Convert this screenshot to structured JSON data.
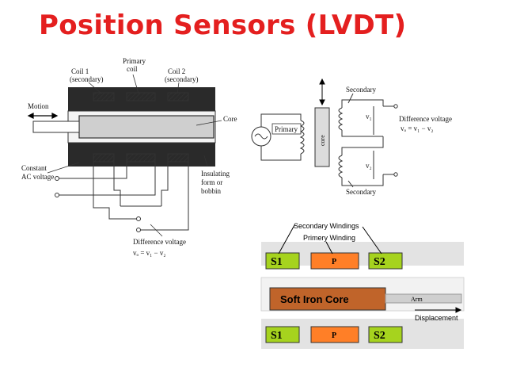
{
  "slide": {
    "title": "Position Sensors (LVDT)"
  },
  "diagram1": {
    "coil1": [
      "Coil 1",
      "(secondary)"
    ],
    "primary": [
      "Primary",
      "coil"
    ],
    "coil2": [
      "Coil 2",
      "(secondary)"
    ],
    "motion": "Motion",
    "core": "Core",
    "constant_ac": [
      "Constant",
      "AC voltage"
    ],
    "insulating": [
      "Insulating",
      "form or",
      "bobbin"
    ],
    "diff_title": "Difference voltage",
    "diff_eq": "vₒ = v₁ − v₂"
  },
  "diagram2": {
    "primary": "Primary",
    "core": "core",
    "secondary_top": "Secondary",
    "secondary_bottom": "Secondary",
    "v1": "v₁",
    "v2": "v₂",
    "diff_title": "Difference voltage",
    "diff_eq": "vₒ = v₁ − v₂"
  },
  "diagram3": {
    "secondary_windings": "Secondary Windings",
    "primary_winding": "Primery Winding",
    "s1_top": "S1",
    "p_top": "P",
    "s2_top": "S2",
    "core": "Soft Iron Core",
    "arm": "Arm",
    "displacement": "Displacement",
    "s1_bottom": "S1",
    "p_bottom": "P",
    "s2_bottom": "S2"
  }
}
